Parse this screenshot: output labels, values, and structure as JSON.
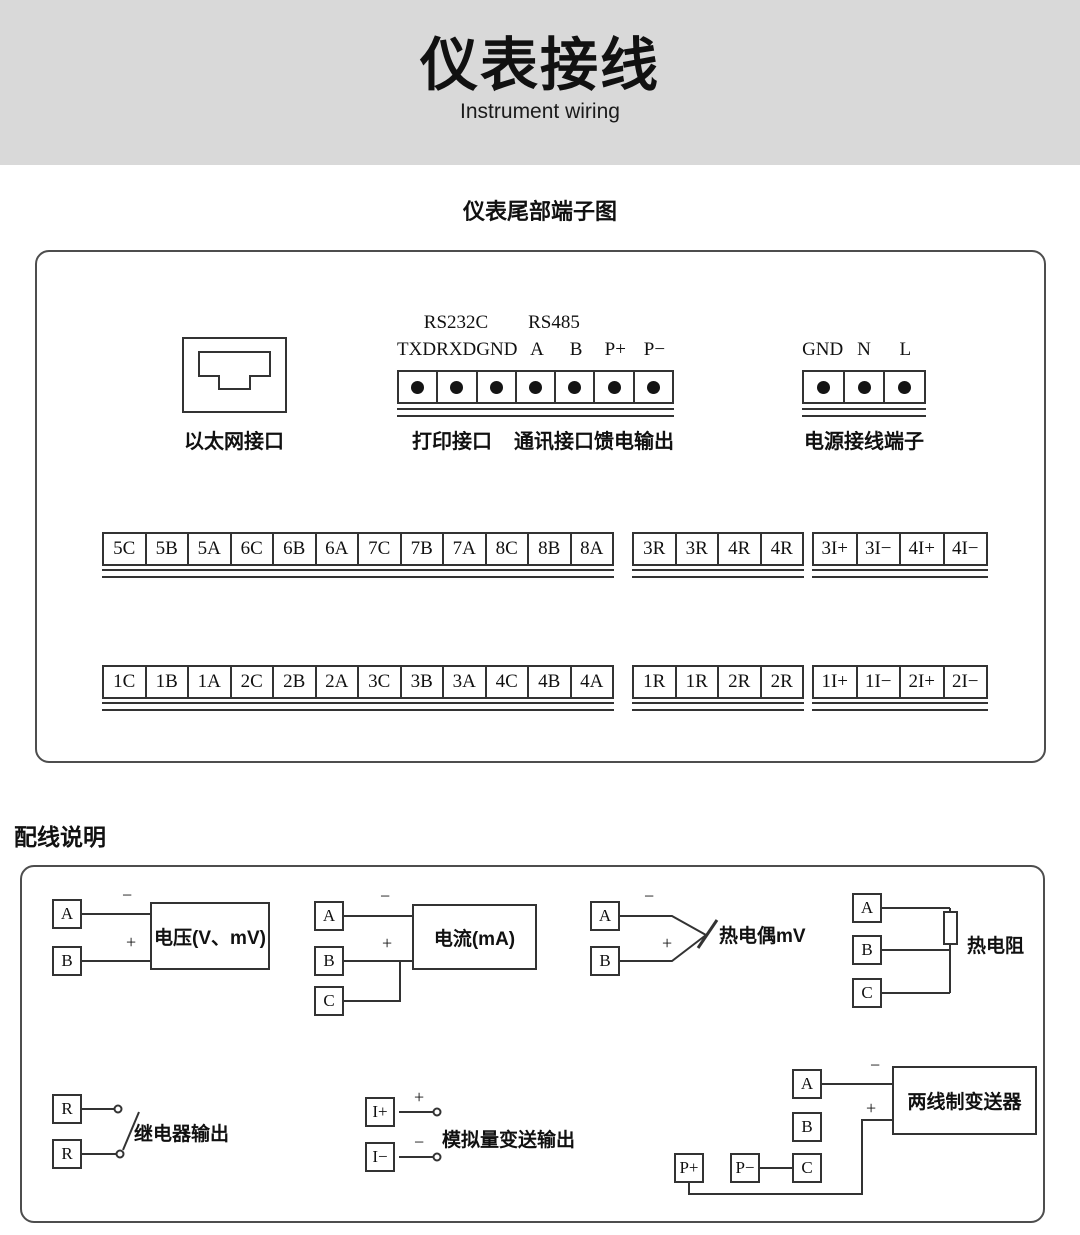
{
  "banner": {
    "title": "仪表接线",
    "subtitle": "Instrument wiring"
  },
  "terminal_diagram": {
    "heading": "仪表尾部端子图",
    "ethernet": {
      "caption": "以太网接口"
    },
    "print_block": {
      "group_rs232c": "RS232C",
      "group_rs485": "RS485",
      "pins": [
        "TXD",
        "RXD",
        "GND",
        "A",
        "B",
        "P+",
        "P−"
      ],
      "caption_print": "打印接口",
      "caption_comm": "通讯接口",
      "caption_feed": "馈电输出"
    },
    "power_block": {
      "pins": [
        "GND",
        "N",
        "L"
      ],
      "caption": "电源接线端子"
    },
    "strips": {
      "top_left": [
        "5C",
        "5B",
        "5A",
        "6C",
        "6B",
        "6A",
        "7C",
        "7B",
        "7A",
        "8C",
        "8B",
        "8A"
      ],
      "top_mid": [
        "3R",
        "3R",
        "4R",
        "4R"
      ],
      "top_right": [
        "3I+",
        "3I−",
        "4I+",
        "4I−"
      ],
      "bottom_left": [
        "1C",
        "1B",
        "1A",
        "2C",
        "2B",
        "2A",
        "3C",
        "3B",
        "3A",
        "4C",
        "4B",
        "4A"
      ],
      "bottom_mid": [
        "1R",
        "1R",
        "2R",
        "2R"
      ],
      "bottom_right": [
        "1I+",
        "1I−",
        "2I+",
        "2I−"
      ]
    }
  },
  "wiring": {
    "heading": "配线说明",
    "signs": {
      "plus": "+",
      "minus": "−"
    },
    "voltage": {
      "terminals": [
        "A",
        "B"
      ],
      "label": "电压(V、mV)"
    },
    "current": {
      "terminals": [
        "A",
        "B",
        "C"
      ],
      "label": "电流(mA)"
    },
    "thermocouple": {
      "terminals": [
        "A",
        "B"
      ],
      "label": "热电偶mV"
    },
    "rtd": {
      "terminals": [
        "A",
        "B",
        "C"
      ],
      "label": "热电阻"
    },
    "relay": {
      "terminals": [
        "R",
        "R"
      ],
      "label": "继电器输出"
    },
    "analog_out": {
      "terminals": [
        "I+",
        "I−"
      ],
      "label": "模拟量变送输出"
    },
    "transmitter": {
      "feed_terminals": [
        "P+",
        "P−"
      ],
      "input_terminals": [
        "A",
        "B",
        "C"
      ],
      "label": "两线制变送器"
    }
  }
}
